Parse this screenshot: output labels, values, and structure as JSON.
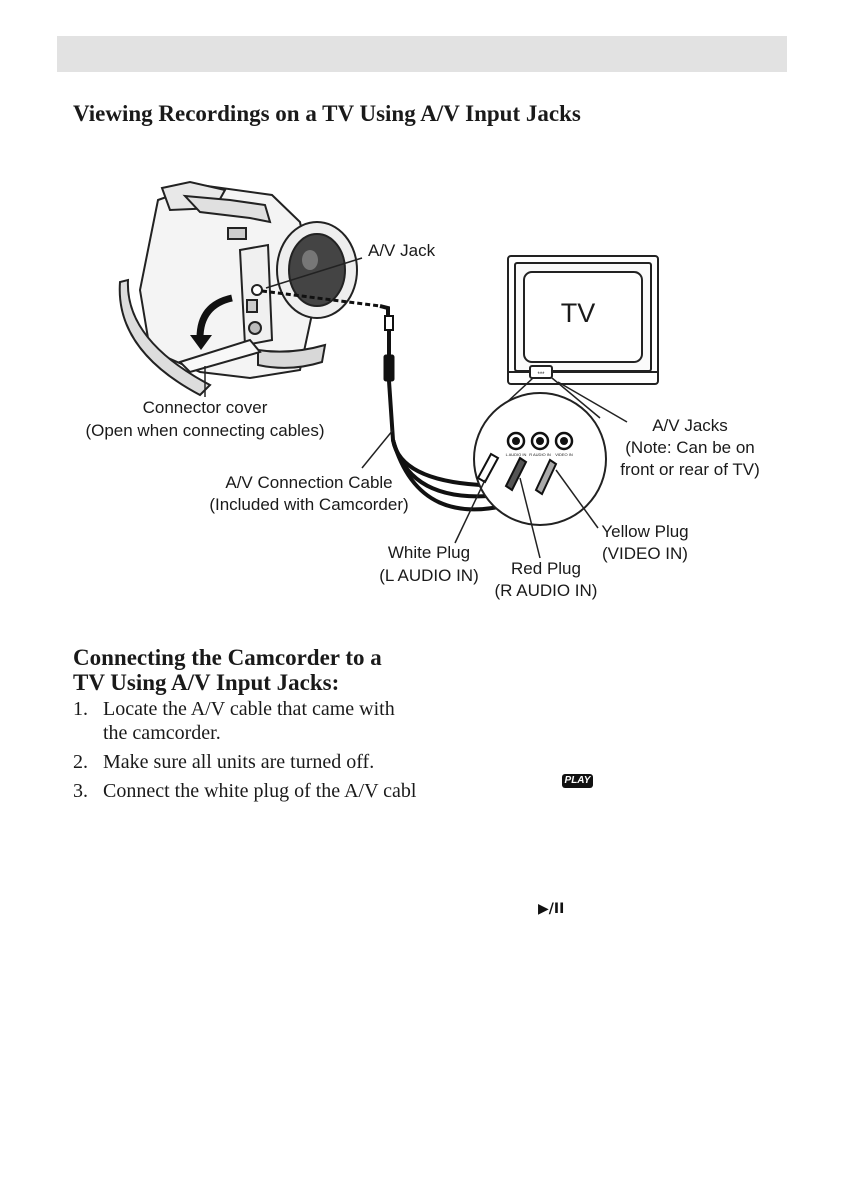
{
  "header": {
    "bar_color": "#e2e2e2"
  },
  "page_title": "Viewing Recordings on a TV Using A/V Input Jacks",
  "diagram": {
    "tv_label": "TV",
    "labels": {
      "av_jack": "A/V Jack",
      "connector_cover_1": "Connector cover",
      "connector_cover_2": "(Open when connecting cables)",
      "av_cable_1": "A/V Connection Cable",
      "av_cable_2": "(Included with Camcorder)",
      "av_jacks_1": "A/V Jacks",
      "av_jacks_2": "(Note: Can be on",
      "av_jacks_3": "front or rear of TV)",
      "white_plug_1": "White Plug",
      "white_plug_2": "(L AUDIO IN)",
      "red_plug_1": "Red Plug",
      "red_plug_2": "(R AUDIO IN)",
      "yellow_plug_1": "Yellow Plug",
      "yellow_plug_2": "(VIDEO IN)"
    },
    "jack_labels": [
      "L AUDIO IN",
      "R AUDIO IN",
      "VIDEO IN"
    ]
  },
  "section": {
    "title_line1": "Connecting the Camcorder to a",
    "title_line2": "TV Using A/V Input Jacks:",
    "steps": [
      {
        "num": "1.",
        "text": "Locate the A/V cable that came with the camcorder."
      },
      {
        "num": "2.",
        "text": "Make sure all units are turned off."
      },
      {
        "num": "3.",
        "text": "Connect the white plug of the A/V cabl"
      }
    ]
  },
  "icons": {
    "play_badge": "PLAY",
    "play_pause": "▶/II"
  }
}
